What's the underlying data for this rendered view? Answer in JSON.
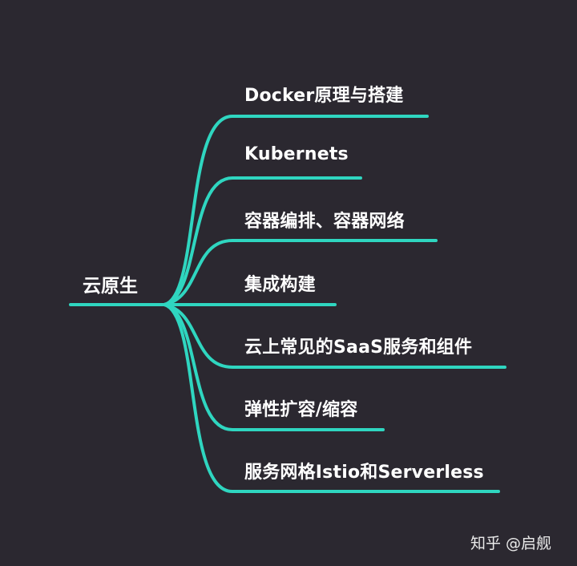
{
  "root": {
    "label": "云原生"
  },
  "branches": [
    {
      "label": "Docker原理与搭建"
    },
    {
      "label": "Kubernets"
    },
    {
      "label": "容器编排、容器网络"
    },
    {
      "label": "集成构建"
    },
    {
      "label": "云上常见的SaaS服务和组件"
    },
    {
      "label": "弹性扩容/缩容"
    },
    {
      "label": "服务网格Istio和Serverless"
    }
  ],
  "watermark": {
    "text": "知乎 @启舰"
  },
  "colors": {
    "background": "#2b2830",
    "line": "#2fd6c0",
    "text": "#ffffff"
  }
}
